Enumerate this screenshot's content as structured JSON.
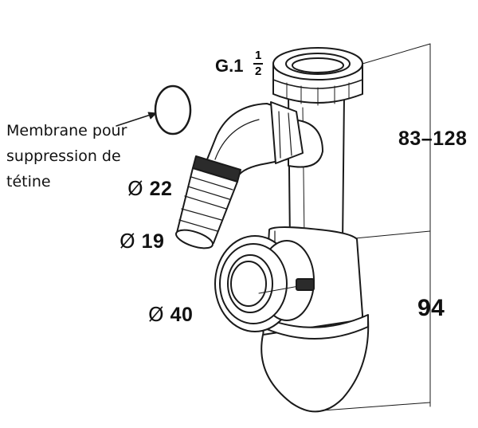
{
  "callout": {
    "line1": "Membrane pour",
    "line2": "suppression de",
    "line3": "tétine"
  },
  "thread": {
    "prefix": "G.1",
    "numerator": "1",
    "denominator": "2"
  },
  "dimensions": {
    "upper_height": "83–128",
    "lower_height": "94"
  },
  "diameters": {
    "symbol": "Ø",
    "hose_upper": "22",
    "hose_lower": "19",
    "outlet": "40"
  },
  "colors": {
    "stroke": "#1a1a1a",
    "fill": "#ffffff",
    "band": "#2b2b2b"
  }
}
